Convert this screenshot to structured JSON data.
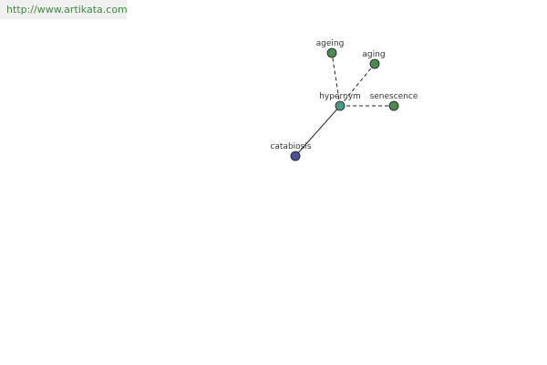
{
  "banner": {
    "url": "http://www.artikata.com"
  },
  "graph": {
    "center": {
      "id": "hypernym",
      "label": "hypernym",
      "color": "#4a9a8a"
    },
    "nodes": [
      {
        "id": "ageing",
        "label": "ageing",
        "color": "#4e8a4e"
      },
      {
        "id": "aging",
        "label": "aging",
        "color": "#4e8a4e"
      },
      {
        "id": "senescence",
        "label": "senescence",
        "color": "#4e8a4e"
      },
      {
        "id": "catabiosis",
        "label": "catabiosis",
        "color": "#44519a"
      }
    ],
    "edges": [
      {
        "from": "hypernym",
        "to": "ageing",
        "style": "dashed"
      },
      {
        "from": "hypernym",
        "to": "aging",
        "style": "dashed"
      },
      {
        "from": "hypernym",
        "to": "senescence",
        "style": "dashed"
      },
      {
        "from": "hypernym",
        "to": "catabiosis",
        "style": "solid"
      }
    ]
  }
}
